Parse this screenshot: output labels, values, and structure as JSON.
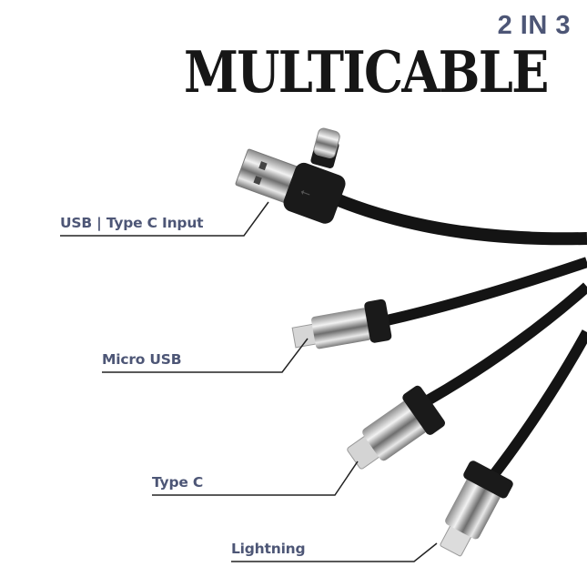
{
  "header": {
    "subtitle": "2 IN 3",
    "title": "MULTICABLE"
  },
  "callouts": [
    {
      "label": "USB | Type C Input",
      "connector": "usb-a-and-type-c"
    },
    {
      "label": "Micro USB",
      "connector": "micro-usb"
    },
    {
      "label": "Type C",
      "connector": "type-c"
    },
    {
      "label": "Lightning",
      "connector": "lightning"
    }
  ],
  "colors": {
    "label": "#4d5676",
    "title": "#161616",
    "cable": "#141414",
    "metal": "#c8c8c8"
  }
}
